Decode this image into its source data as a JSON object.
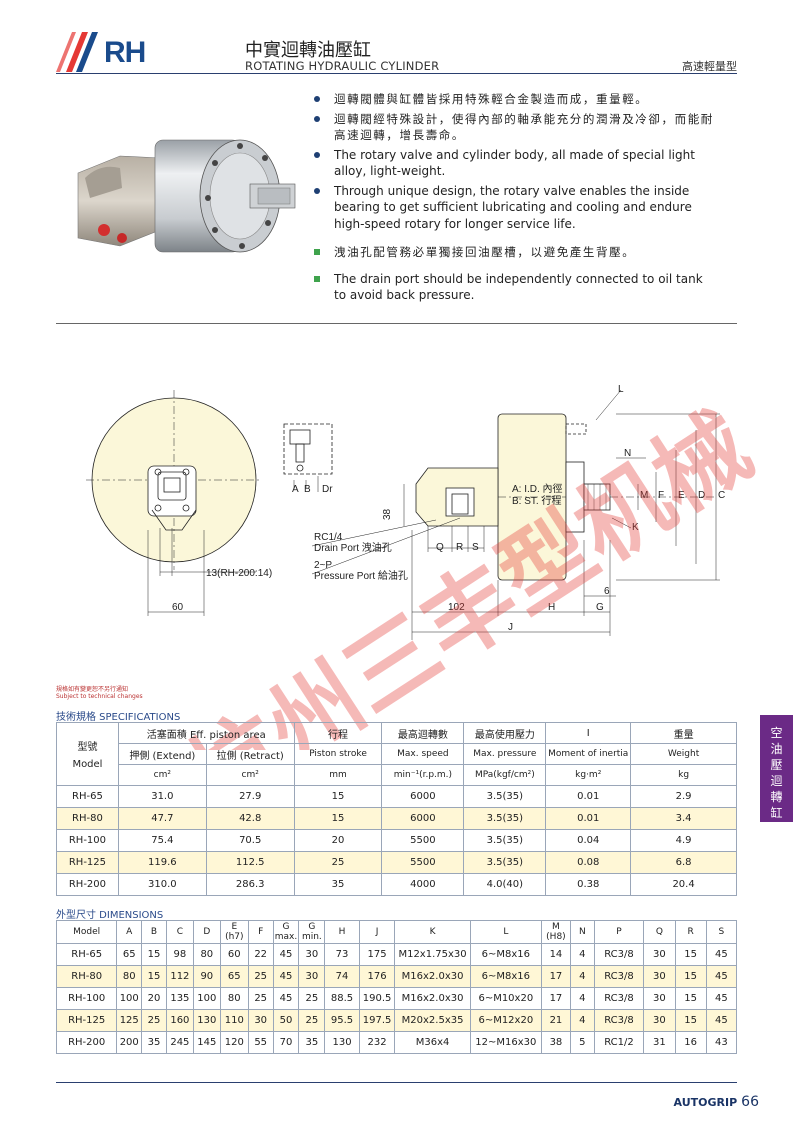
{
  "header": {
    "logo": "RH",
    "title_zh": "中實迴轉油壓缸",
    "title_en": "ROTATING HYDRAULIC CYLINDER",
    "badge": "高速輕量型"
  },
  "bullets": [
    {
      "marker": "dot",
      "lang": "zh",
      "text": "迴轉閥體與缸體皆採用特殊輕合金製造而成，重量輕。"
    },
    {
      "marker": "dot",
      "lang": "zh",
      "text": "迴轉閥經特殊設計，使得內部的軸承能充分的潤滑及冷卻，而能耐高速迴轉，增長壽命。"
    },
    {
      "marker": "dot",
      "lang": "en",
      "text": "The rotary valve and cylinder body, all made of special light alloy, light-weight."
    },
    {
      "marker": "dot",
      "lang": "en",
      "text": "Through unique design, the rotary valve enables the inside bearing to get sufficient lubricating and cooling and endure high-speed rotary for longer service life."
    },
    {
      "marker": "sq",
      "lang": "zh",
      "text": "洩油孔配管務必單獨接回油壓槽，以避免產生背壓。"
    },
    {
      "marker": "sq",
      "lang": "en",
      "text": "The drain port should be independently connected to oil tank to avoid back pressure."
    }
  ],
  "drawing": {
    "label_A": "A",
    "label_B": "B",
    "label_Dr": "Dr",
    "label_E": "E",
    "dim_60": "60",
    "dim_13": "13(RH-200:14)",
    "rc": "RC1/4",
    "drain": "Drain Port 洩油孔",
    "p2": "2~P",
    "pressure": "Pressure Port 給油孔",
    "dim_38": "38",
    "Q": "Q",
    "R": "R",
    "S": "S",
    "ai": "A: I.D. 內徑",
    "bs": "B: ST. 行程",
    "L": "L",
    "N": "N",
    "M": "M",
    "F": "F",
    "E2": "E",
    "D": "D",
    "C": "C",
    "K": "K",
    "dim_6": "6",
    "dim_102": "102",
    "H": "H",
    "G": "G",
    "J": "J"
  },
  "watermark": "杭州三丰型机械",
  "notes": {
    "zh": "規格如有變更恕不另行通知",
    "en": "Subject to technical changes"
  },
  "spec": {
    "section": "技術規格 SPECIFICATIONS",
    "h_model_zh": "型號",
    "h_model_en": "Model",
    "h_area_zh": "活塞面積 Eff. piston area",
    "h_extend": "押側 (Extend)",
    "h_retract": "拉側 (Retract)",
    "h_stroke_zh": "行程",
    "h_stroke_en": "Piston stroke",
    "h_speed_zh": "最高迴轉數",
    "h_speed_en": "Max. speed",
    "h_press_zh": "最高使用壓力",
    "h_press_en": "Max. pressure",
    "h_inertia_zh": "I",
    "h_inertia_en": "Moment of inertia",
    "h_weight_zh": "重量",
    "h_weight_en": "Weight",
    "u_ext": "cm²",
    "u_ret": "cm²",
    "u_stroke": "mm",
    "u_speed": "min⁻¹(r.p.m.)",
    "u_press": "MPa(kgf/cm²)",
    "u_inertia": "kg·m²",
    "u_weight": "kg",
    "rows": [
      [
        "RH-65",
        "31.0",
        "27.9",
        "15",
        "6000",
        "3.5(35)",
        "0.01",
        "2.9"
      ],
      [
        "RH-80",
        "47.7",
        "42.8",
        "15",
        "6000",
        "3.5(35)",
        "0.01",
        "3.4"
      ],
      [
        "RH-100",
        "75.4",
        "70.5",
        "20",
        "5500",
        "3.5(35)",
        "0.04",
        "4.9"
      ],
      [
        "RH-125",
        "119.6",
        "112.5",
        "25",
        "5500",
        "3.5(35)",
        "0.08",
        "6.8"
      ],
      [
        "RH-200",
        "310.0",
        "286.3",
        "35",
        "4000",
        "4.0(40)",
        "0.38",
        "20.4"
      ]
    ]
  },
  "dim": {
    "section": "外型尺寸 DIMENSIONS",
    "headers": [
      {
        "l1": "Model",
        "l2": ""
      },
      {
        "l1": "A",
        "l2": ""
      },
      {
        "l1": "B",
        "l2": ""
      },
      {
        "l1": "C",
        "l2": ""
      },
      {
        "l1": "D",
        "l2": ""
      },
      {
        "l1": "E",
        "l2": "(h7)"
      },
      {
        "l1": "F",
        "l2": ""
      },
      {
        "l1": "G",
        "l2": "max."
      },
      {
        "l1": "G",
        "l2": "min."
      },
      {
        "l1": "H",
        "l2": ""
      },
      {
        "l1": "J",
        "l2": ""
      },
      {
        "l1": "K",
        "l2": ""
      },
      {
        "l1": "L",
        "l2": ""
      },
      {
        "l1": "M",
        "l2": "(H8)"
      },
      {
        "l1": "N",
        "l2": ""
      },
      {
        "l1": "P",
        "l2": ""
      },
      {
        "l1": "Q",
        "l2": ""
      },
      {
        "l1": "R",
        "l2": ""
      },
      {
        "l1": "S",
        "l2": ""
      }
    ],
    "rows": [
      [
        "RH-65",
        "65",
        "15",
        "98",
        "80",
        "60",
        "22",
        "45",
        "30",
        "73",
        "175",
        "M12x1.75x30",
        "6~M8x16",
        "14",
        "4",
        "RC3/8",
        "30",
        "15",
        "45"
      ],
      [
        "RH-80",
        "80",
        "15",
        "112",
        "90",
        "65",
        "25",
        "45",
        "30",
        "74",
        "176",
        "M16x2.0x30",
        "6~M8x16",
        "17",
        "4",
        "RC3/8",
        "30",
        "15",
        "45"
      ],
      [
        "RH-100",
        "100",
        "20",
        "135",
        "100",
        "80",
        "25",
        "45",
        "25",
        "88.5",
        "190.5",
        "M16x2.0x30",
        "6~M10x20",
        "17",
        "4",
        "RC3/8",
        "30",
        "15",
        "45"
      ],
      [
        "RH-125",
        "125",
        "25",
        "160",
        "130",
        "110",
        "30",
        "50",
        "25",
        "95.5",
        "197.5",
        "M20x2.5x35",
        "6~M12x20",
        "21",
        "4",
        "RC3/8",
        "30",
        "15",
        "45"
      ],
      [
        "RH-200",
        "200",
        "35",
        "245",
        "145",
        "120",
        "55",
        "70",
        "35",
        "130",
        "232",
        "M36x4",
        "12~M16x30",
        "38",
        "5",
        "RC1/2",
        "31",
        "16",
        "43"
      ]
    ]
  },
  "side_tab": "空油壓迴轉缸",
  "footer": {
    "brand": "AUTOGRIP",
    "page": "66"
  },
  "colors": {
    "navy": "#1a4b8c",
    "accent_red": "#e53935",
    "row_highlight": "#fff7d6",
    "tab_purple": "#6b2a86"
  }
}
